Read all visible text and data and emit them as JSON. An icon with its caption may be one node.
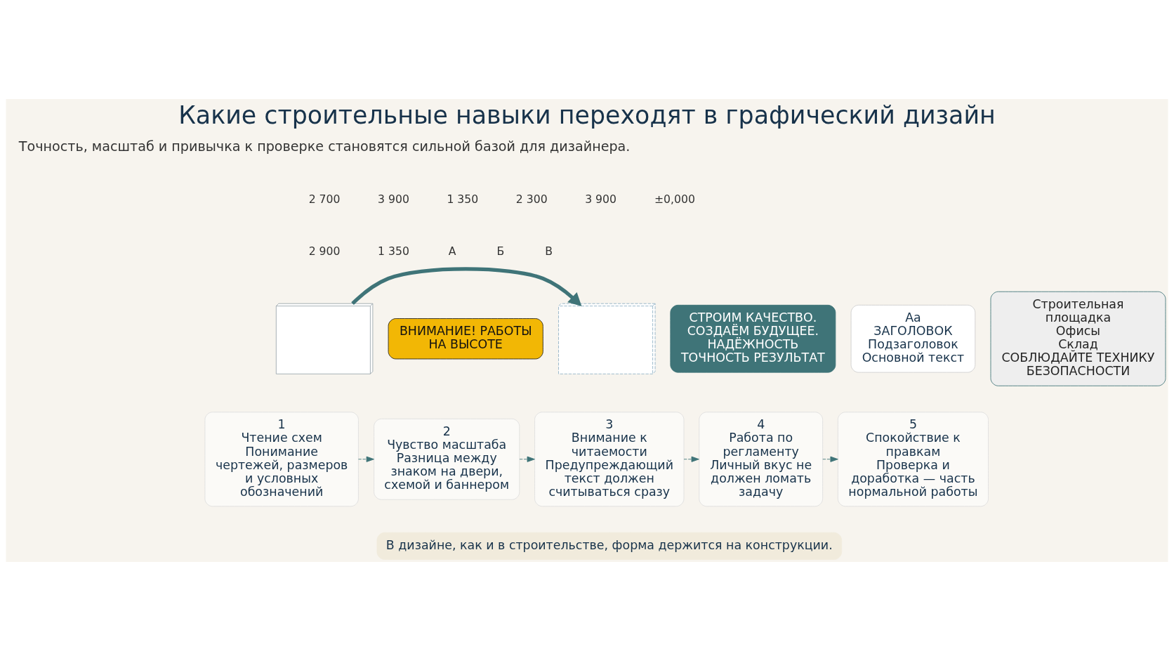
{
  "diagram": {
    "title": "Какие строительные навыки переходят в графический дизайн",
    "nodes": [
      {
        "text": [],
        "shape": "picture"
      },
      {
        "text": [
          "ВНИМАНИЕ! РАБОТЫ НА ВЫСОТЕ"
        ]
      },
      {
        "text": [],
        "shape": "picture"
      },
      {
        "text": [
          "СТРОИМ КАЧЕСТВО. СОЗДАЁМ БУДУЩЕЕ.",
          "НАДЁЖНОСТЬ ТОЧНОСТЬ РЕЗУЛЬТАТ"
        ]
      },
      {
        "text": [
          "Aa",
          "ЗАГОЛОВОК",
          "Подзаголовок",
          "Основной текст"
        ]
      },
      {
        "text": [
          "Строительная площадка",
          "Офисы",
          "Склад",
          "СОБЛЮДАЙТЕ ТЕХНИКУ БЕЗОПАСНОСТИ"
        ]
      },
      {
        "text": [
          "1",
          "Чтение схем",
          "Понимание чертежей, размеров и условных обозначений"
        ]
      },
      {
        "text": [
          "2",
          "Чувство масштаба",
          "Разница между знаком на двери, схемой и баннером"
        ]
      },
      {
        "text": [
          "3",
          "Внимание к читаемости",
          "Предупреждающий текст должен считываться сразу"
        ]
      },
      {
        "text": [
          "4",
          "Работа по регламенту",
          "Личный вкус не должен ломать задачу"
        ]
      },
      {
        "text": [
          "5",
          "Спокойствие к правкам",
          "Проверка и доработка — часть нормальной работы"
        ]
      },
      {
        "text": [
          "В дизайне, как и в строительстве, форма держится на конструкции."
        ]
      }
    ],
    "edges": [
      {
        "from": 0,
        "to": 2,
        "arrow": "to",
        "style": "thick"
      },
      {
        "from": 6,
        "to": 7,
        "arrow": "to",
        "style": "dashed"
      },
      {
        "from": 7,
        "to": 8,
        "arrow": "to",
        "style": "dashed"
      },
      {
        "from": 8,
        "to": 9,
        "arrow": "to",
        "style": "dashed"
      },
      {
        "from": 9,
        "to": 10,
        "arrow": "to",
        "style": "dashed"
      }
    ],
    "labels": [
      "Точность, масштаб и привычка к проверке становятся сильной базой для дизайнера.",
      "2 700",
      "3 900",
      "1 350",
      "2 300",
      "3 900",
      "±0,000",
      "2 900",
      "1 350",
      "А",
      "Б",
      "В"
    ]
  }
}
